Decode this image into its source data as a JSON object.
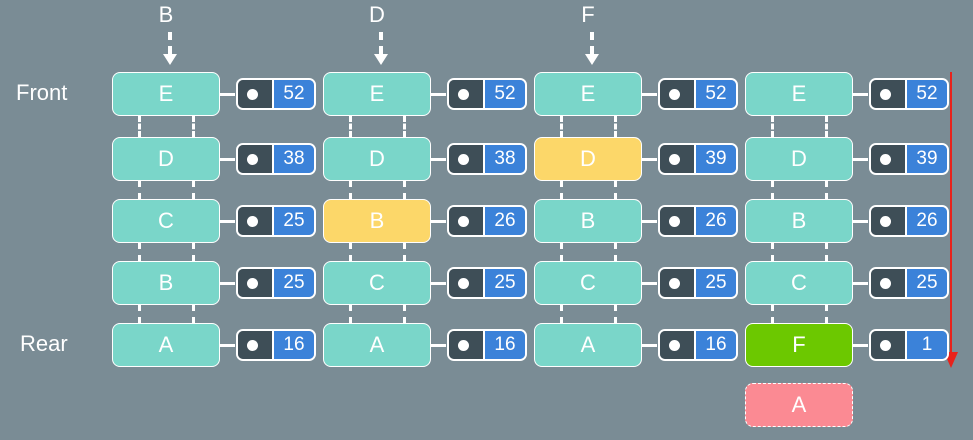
{
  "labels": {
    "front": "Front",
    "rear": "Rear"
  },
  "colors": {
    "background": "#7a8c95",
    "node": "#7ad6c9",
    "highlight": "#fcd769",
    "new_node": "#6cc800",
    "evicted": "#fb8a93",
    "count": "#3b82d9",
    "pointer": "#3e4e57",
    "direction_arrow": "#e8221b"
  },
  "columns": [
    {
      "pointer_label": "B",
      "rows": [
        {
          "key": "E",
          "count": "52",
          "state": "normal"
        },
        {
          "key": "D",
          "count": "38",
          "state": "normal"
        },
        {
          "key": "C",
          "count": "25",
          "state": "normal"
        },
        {
          "key": "B",
          "count": "25",
          "state": "normal"
        },
        {
          "key": "A",
          "count": "16",
          "state": "normal"
        }
      ]
    },
    {
      "pointer_label": "D",
      "rows": [
        {
          "key": "E",
          "count": "52",
          "state": "normal"
        },
        {
          "key": "D",
          "count": "38",
          "state": "normal"
        },
        {
          "key": "B",
          "count": "26",
          "state": "highlight"
        },
        {
          "key": "C",
          "count": "25",
          "state": "normal"
        },
        {
          "key": "A",
          "count": "16",
          "state": "normal"
        }
      ]
    },
    {
      "pointer_label": "F",
      "rows": [
        {
          "key": "E",
          "count": "52",
          "state": "normal"
        },
        {
          "key": "D",
          "count": "39",
          "state": "highlight"
        },
        {
          "key": "B",
          "count": "26",
          "state": "normal"
        },
        {
          "key": "C",
          "count": "25",
          "state": "normal"
        },
        {
          "key": "A",
          "count": "16",
          "state": "normal"
        }
      ]
    },
    {
      "pointer_label": "",
      "rows": [
        {
          "key": "E",
          "count": "52",
          "state": "normal"
        },
        {
          "key": "D",
          "count": "39",
          "state": "normal"
        },
        {
          "key": "B",
          "count": "26",
          "state": "normal"
        },
        {
          "key": "C",
          "count": "25",
          "state": "normal"
        },
        {
          "key": "F",
          "count": "1",
          "state": "new"
        }
      ],
      "evicted": "A"
    }
  ]
}
